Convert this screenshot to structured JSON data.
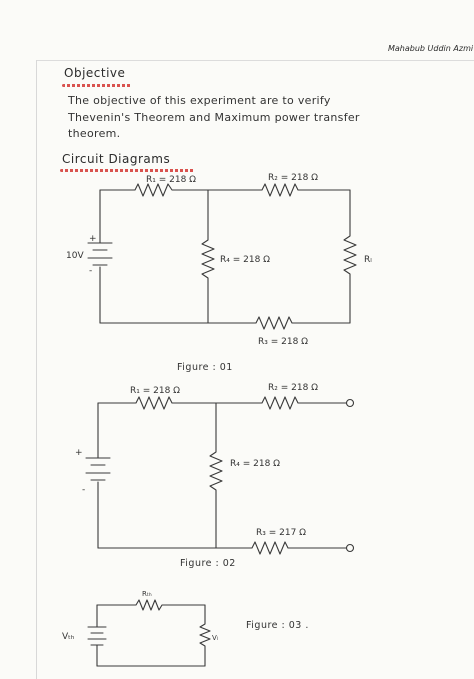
{
  "author": "Mahabub Uddin Azmi",
  "objective": {
    "heading": "Objective",
    "lines": [
      "The objective of this experiment are to verify",
      "Thevenin's Theorem and Maximum power transfer",
      "theorem."
    ]
  },
  "circuit": {
    "heading": "Circuit Diagrams",
    "figure1": {
      "caption": "Figure : 01",
      "source": "10V",
      "plus": "+",
      "minus": "-",
      "r1": "R₁ = 218 Ω",
      "r2": "R₂ = 218 Ω",
      "r3": "R₃ = 218 Ω",
      "r4": "R₄ = 218 Ω",
      "rl": "Rₗ"
    },
    "figure2": {
      "caption": "Figure : 02",
      "plus": "+",
      "minus": "-",
      "r1": "R₁ = 218 Ω",
      "r2": "R₂ = 218 Ω",
      "r3": "R₃ = 217 Ω",
      "r4": "R₄ = 218 Ω"
    },
    "figure3": {
      "caption": "Figure : 03 .",
      "vth": "Vₜₕ",
      "rth": "Rₜₕ",
      "vl": "Vₗ"
    }
  }
}
